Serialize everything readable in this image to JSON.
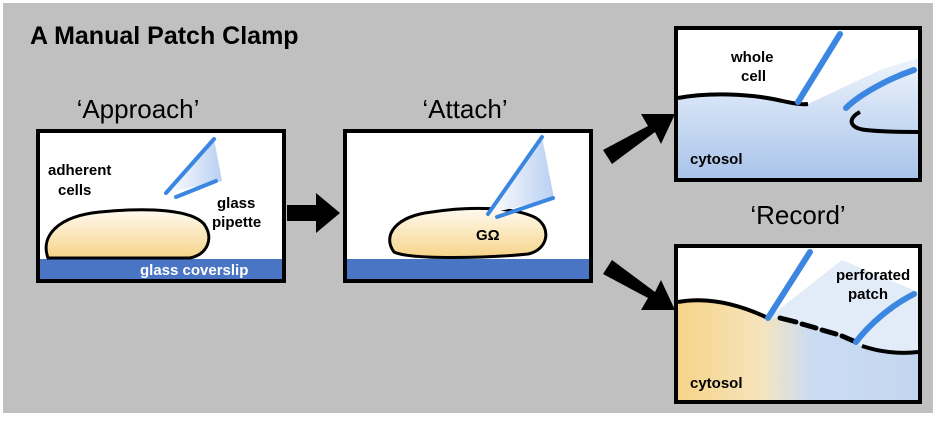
{
  "title": "A  Manual Patch Clamp",
  "panels": {
    "approach": {
      "label": "‘Approach’",
      "cells_label_line1": "adherent",
      "cells_label_line2": "cells",
      "pipette_label_line1": "glass",
      "pipette_label_line2": "pipette",
      "coverslip_label": "glass  coverslip"
    },
    "attach": {
      "label": "‘Attach’",
      "seal_label": "GΩ"
    },
    "whole_cell": {
      "label_line1": "whole",
      "label_line2": "cell",
      "cytosol_label": "cytosol"
    },
    "record": {
      "label": "‘Record’"
    },
    "perforated": {
      "label_line1": "perforated",
      "label_line2": "patch",
      "cytosol_label": "cytosol"
    }
  },
  "colors": {
    "background": "#c0c0c0",
    "coverslip": "#4a74c4",
    "cell_yellow": "#f6d488",
    "cytosol_blue": "#bfd3ee",
    "pipette_blue": "#3a86e0"
  }
}
